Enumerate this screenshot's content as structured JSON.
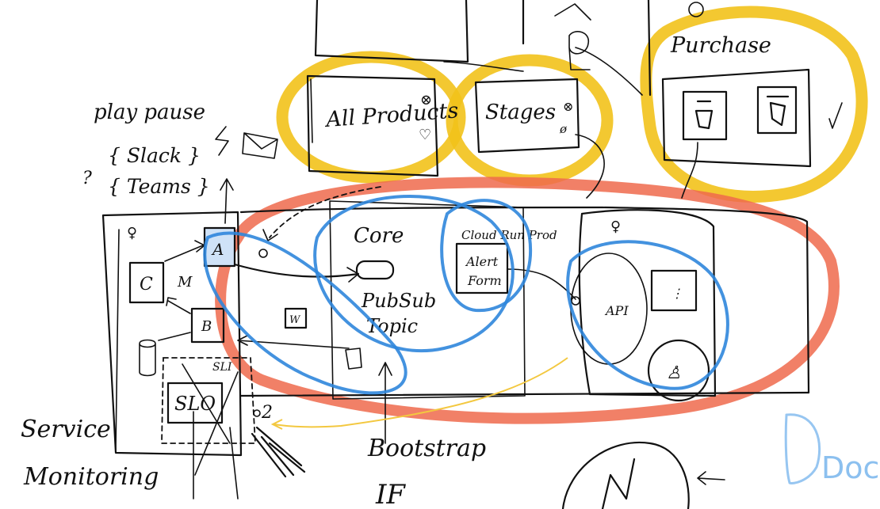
{
  "labels": {
    "play_pause": "play pause",
    "slack": "{ Slack }",
    "teams": "{ Teams }",
    "question": "?",
    "all_products": "All Products",
    "stages": "Stages",
    "purchase": "Purchase",
    "core": "Core",
    "cloud_run_prod": "Cloud Run Prod",
    "pubsub_topic_1": "PubSub",
    "pubsub_topic_2": "Topic",
    "alert_form_1": "Alert",
    "alert_form_2": "Form",
    "api": "API",
    "box_a": "A",
    "box_c": "C",
    "box_b": "B",
    "box_m": "M",
    "box_w": "W",
    "slo": "SLO",
    "sli": "SLI",
    "number_2": "2",
    "bootstrap": "Bootstrap",
    "if": "IF",
    "service_monitoring_1": "Service",
    "service_monitoring_2": "Monitoring",
    "docu": "Docu"
  },
  "colors": {
    "ink": "#111111",
    "blue": "#2f86dc",
    "yellow": "#f2c21b",
    "red": "#ee6a4c",
    "pale_blue": "#8cc0ef"
  }
}
